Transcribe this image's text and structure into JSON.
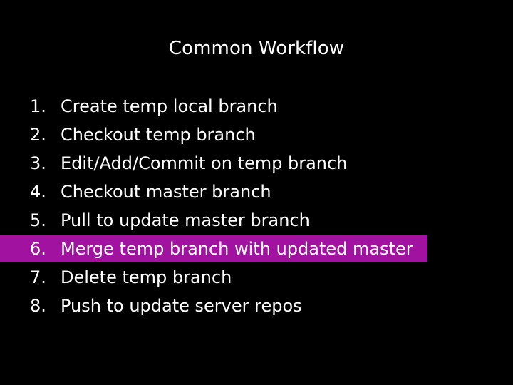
{
  "slide": {
    "background_color": "#000000",
    "text_color": "#FFFFFF",
    "highlight_color": "#A0129F",
    "title": "Common Workflow"
  },
  "list": {
    "items": [
      {
        "number": "1.",
        "text": "Create temp local branch",
        "highlighted": false
      },
      {
        "number": "2.",
        "text": "Checkout temp branch",
        "highlighted": false
      },
      {
        "number": "3.",
        "text": "Edit/Add/Commit on temp branch",
        "highlighted": false
      },
      {
        "number": "4.",
        "text": "Checkout master branch",
        "highlighted": false
      },
      {
        "number": "5.",
        "text": "Pull to update master branch",
        "highlighted": false
      },
      {
        "number": "6.",
        "text": "Merge temp branch with updated master",
        "highlighted": true
      },
      {
        "number": "7.",
        "text": "Delete temp branch",
        "highlighted": false
      },
      {
        "number": "8.",
        "text": "Push to update server repos",
        "highlighted": false
      }
    ]
  }
}
